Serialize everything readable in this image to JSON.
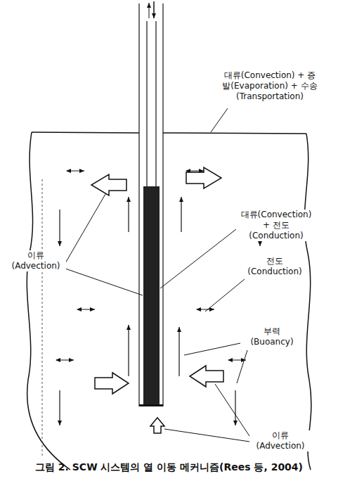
{
  "diagram": {
    "caption": "그림 2. SCW 시스템의 열 이동 메커니즘(Rees 등, 2004)",
    "labels": [
      "대류(Convection) + 증발(Evaporation) + 수송(Transportation)",
      "이류 (Advection)",
      "대류(Convection) + 전도(Conduction)",
      "전도 (Conduction)",
      "부력 (Buoancy)",
      "이류 (Advection)"
    ]
  }
}
